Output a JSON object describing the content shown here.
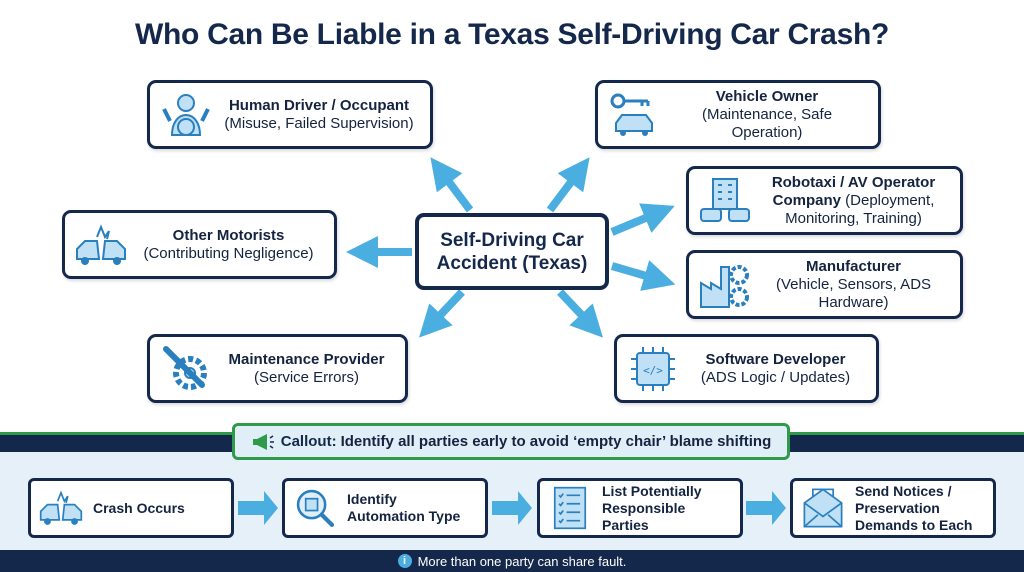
{
  "title": "Who Can Be Liable in a Texas Self-Driving Car Crash?",
  "center": {
    "line1": "Self-Driving Car",
    "line2": "Accident (Texas)"
  },
  "parties": [
    {
      "name": "Human Driver / Occupant",
      "detail": "(Misuse, Failed Supervision)",
      "icon": "driver-icon"
    },
    {
      "name": "Vehicle Owner",
      "detail": "(Maintenance, Safe Operation)",
      "icon": "key-car-icon"
    },
    {
      "name": "Robotaxi / AV Operator",
      "name2": "Company",
      "detail": "(Deployment, Monitoring, Training)",
      "icon": "fleet-building-icon"
    },
    {
      "name": "Other Motorists",
      "detail": "(Contributing Negligence)",
      "icon": "crash-icon"
    },
    {
      "name": "Manufacturer",
      "detail": "(Vehicle, Sensors, ADS Hardware)",
      "icon": "factory-gear-icon"
    },
    {
      "name": "Maintenance Provider",
      "detail": "(Service Errors)",
      "icon": "wrench-gear-icon"
    },
    {
      "name": "Software Developer",
      "detail": "(ADS Logic / Updates)",
      "icon": "chip-code-icon"
    }
  ],
  "callout": {
    "label": "Callout:",
    "text": "Identify all parties early to avoid ‘empty chair’ blame shifting",
    "icon": "megaphone-icon"
  },
  "steps": [
    {
      "label": "Crash Occurs",
      "icon": "crash-icon"
    },
    {
      "label": "Identify Automation Type",
      "icon": "magnifier-chip-icon"
    },
    {
      "label": "List Potentially Responsible Parties",
      "icon": "checklist-icon"
    },
    {
      "label": "Send Notices / Preservation Demands to Each",
      "icon": "envelope-icon"
    }
  ],
  "footer": {
    "text": "More than one party can share fault.",
    "icon": "info-icon"
  },
  "colors": {
    "navy": "#14284b",
    "arrow": "#4aaee0",
    "green": "#2e9a4a"
  }
}
